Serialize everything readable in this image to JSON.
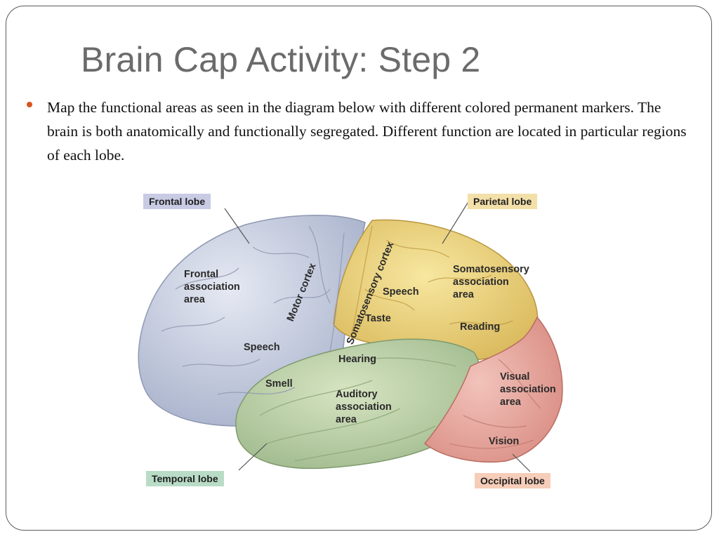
{
  "slide": {
    "title": "Brain Cap Activity: Step 2",
    "bullet_text": "Map the functional areas as seen in the diagram below with different colored permanent markers. The brain is both anatomically and functionally segregated. Different function are located in particular regions of each lobe.",
    "bullet_color": "#d9541e"
  },
  "diagram": {
    "lobes": {
      "frontal": {
        "label": "Frontal lobe",
        "color": "#c8cbe3"
      },
      "parietal": {
        "label": "Parietal lobe",
        "color": "#f3dfa8"
      },
      "temporal": {
        "label": "Temporal lobe",
        "color": "#b9dcc6"
      },
      "occipital": {
        "label": "Occipital lobe",
        "color": "#f6cdb9"
      }
    },
    "areas": {
      "frontal_association": "Frontal\nassociation\narea",
      "motor_cortex": "Motor cortex",
      "somatosensory_cortex": "Somatosensory cortex",
      "speech_parietal": "Speech",
      "taste": "Taste",
      "somatosensory_association": "Somatosensory\nassociation\narea",
      "reading": "Reading",
      "speech_frontal": "Speech",
      "hearing": "Hearing",
      "smell": "Smell",
      "auditory_association": "Auditory\nassociation\narea",
      "visual_association": "Visual\nassociation\narea",
      "vision": "Vision"
    }
  }
}
